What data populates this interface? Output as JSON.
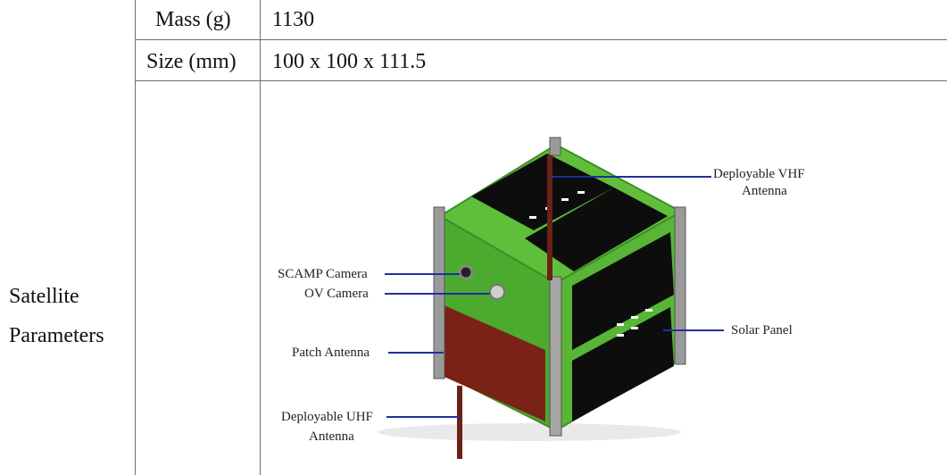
{
  "row_label": {
    "line1": "Satellite",
    "line2": "Parameters"
  },
  "rows": [
    {
      "param": "Mass (g)",
      "value": "1130"
    },
    {
      "param": "Size (mm)",
      "value": "100 x 100 x 111.5"
    }
  ],
  "figure": {
    "callouts": {
      "vhf_line1": "Deployable VHF",
      "vhf_line2": "Antenna",
      "scamp": "SCAMP Camera",
      "ov": "OV Camera",
      "patch": "Patch Antenna",
      "uhf_line1": "Deployable UHF",
      "uhf_line2": "Antenna",
      "solar": "Solar Panel"
    },
    "colors": {
      "frame_green": "#5fbf3a",
      "frame_green_dark": "#3e8f25",
      "solar_black": "#0d0d0d",
      "patch_red": "#7a2218",
      "rail_gray": "#9a9a9a",
      "leader_blue": "#1f2f9f"
    }
  }
}
